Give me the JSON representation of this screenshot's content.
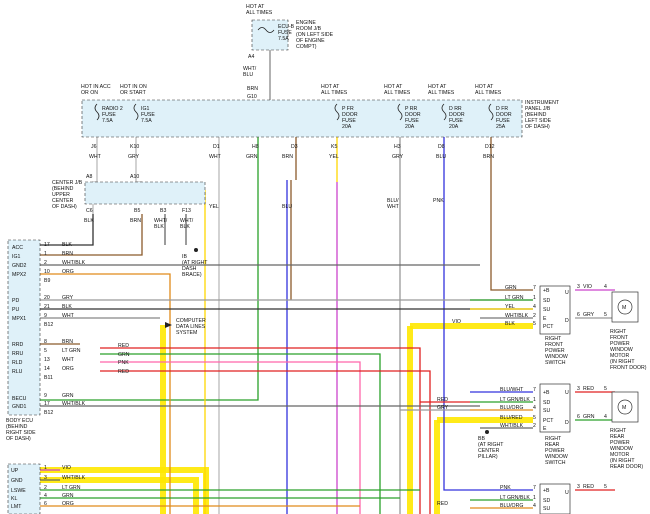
{
  "header": {
    "hot_all": "HOT AT\nALL TIMES",
    "engine_jb": "ENGINE\nROOM J/B\n(ON LEFT SIDE\nOF ENGINE\nCOMPT)",
    "ecu_fuse": "ECU-B\nFUSE\n7.5A",
    "a4": "A4",
    "wht_blu": "WHT/\nBLU",
    "brn": "BRN",
    "g10": "G10"
  },
  "ip_panel": {
    "label": "INSTRUMENT\nPANEL J/B\n(BEHIND\nLEFT SIDE\nOF DASH)",
    "fuses": [
      {
        "hot": "HOT IN ACC\nOR ON",
        "name": "RADIO 2\nFUSE\n7.5A",
        "pin": "J6",
        "wire": "WHT"
      },
      {
        "hot": "HOT IN ON\nOR START",
        "name": "IG1\nFUSE\n7.5A",
        "pin": "K10",
        "wire": "GRY"
      },
      {
        "hot": "HOT AT\nALL TIMES",
        "name": "P FR\nDOOR\nFUSE\n20A",
        "pin": "K5",
        "wire": "YEL"
      },
      {
        "hot": "HOT AT\nALL TIMES",
        "name": "P RR\nDOOR\nFUSE\n20A",
        "pin": "H3",
        "wire": "GRY"
      },
      {
        "hot": "HOT AT\nALL TIMES",
        "name": "D RR\nDOOR\nFUSE\n20A",
        "pin": "D8",
        "wire": "BLU"
      },
      {
        "hot": "HOT AT\nALL TIMES",
        "name": "D FR\nDOOR\nFUSE\n25A",
        "pin": "D12",
        "wire": "BRN"
      }
    ],
    "d1": "D1",
    "d1_wire": "WHT",
    "h8": "H8",
    "h8_wire": "GRN",
    "d3": "D3",
    "d3_wire": "BRN"
  },
  "center_jb": {
    "label": "CENTER J/B\n(BEHIND\nUPPER\nCENTER\nOF DASH)",
    "a8": "A8",
    "a10": "A10",
    "c6": "C6",
    "c6_wire": "BLK",
    "b5": "B5",
    "b5_wire": "BRN",
    "b3": "B3",
    "b3_wire": "WHT/\nBLK",
    "f13": "F13",
    "f13_wire": "WHT/\nBLK",
    "yel": "YEL",
    "ground": "IB\n(AT RIGHT\nDASH\nBRACE)"
  },
  "mid_wires": {
    "blu": "BLU",
    "blu_wht": "BLU/\nWHT",
    "pnk": "PNK"
  },
  "body_ecu": {
    "label": "BODY ECU\n(BEHIND\nRIGHT SIDE\nOF DASH)",
    "pins": [
      {
        "name": "ACC",
        "num": "17",
        "wire": "BLK"
      },
      {
        "name": "IG1",
        "num": "1",
        "wire": "BRN"
      },
      {
        "name": "GND2",
        "num": "2",
        "wire": "WHT/BLK"
      },
      {
        "name": "MPX2",
        "num": "10",
        "wire": "ORG"
      },
      {
        "name": "",
        "num": "B9",
        "wire": ""
      },
      {
        "name": "PD",
        "num": "20",
        "wire": "GRY"
      },
      {
        "name": "PU",
        "num": "21",
        "wire": "BLK"
      },
      {
        "name": "MPX1",
        "num": "9",
        "wire": "WHT"
      },
      {
        "name": "",
        "num": "B12",
        "wire": ""
      },
      {
        "name": "RRD",
        "num": "8",
        "wire": "BRN"
      },
      {
        "name": "RRU",
        "num": "5",
        "wire": "LT GRN"
      },
      {
        "name": "RLD",
        "num": "13",
        "wire": "WHT"
      },
      {
        "name": "RLU",
        "num": "14",
        "wire": "ORG"
      },
      {
        "name": "",
        "num": "B11",
        "wire": ""
      },
      {
        "name": "BECU",
        "num": "9",
        "wire": "GRN"
      },
      {
        "name": "GND1",
        "num": "17",
        "wire": "WHT/BLK"
      },
      {
        "name": "",
        "num": "B12",
        "wire": ""
      }
    ],
    "red_labels": [
      "RED",
      "GRN",
      "PNK",
      "RED"
    ],
    "computer_lines": "COMPUTER\nDATA LINES\nSYSTEM"
  },
  "rf_switch": {
    "label": "RIGHT\nFRONT\nPOWER\nWINDOW\nSWITCH",
    "pins": [
      {
        "name": "+B",
        "num": "7",
        "wire": "GRN"
      },
      {
        "name": "SD",
        "num": "1",
        "wire": "LT GRN"
      },
      {
        "name": "SU",
        "num": "4",
        "wire": "YEL"
      },
      {
        "name": "E",
        "num": "2",
        "wire": "WHT/BLK"
      },
      {
        "name": "PCT",
        "num": "5",
        "wire": "BLK"
      }
    ],
    "u": "U",
    "d": "D",
    "vio": "VIO",
    "out_u": {
      "a": "3",
      "wire": "VIO",
      "b": "4"
    },
    "out_d": {
      "a": "6",
      "wire": "GRY",
      "b": "5"
    },
    "motor": "RIGHT\nFRONT\nPOWER\nWINDOW\nMOTOR\n(IN RIGHT\nFRONT DOOR)",
    "m": "M"
  },
  "rr_switch": {
    "label": "RIGHT\nREAR\nPOWER\nWINDOW\nSWITCH",
    "pins": [
      {
        "name": "+B",
        "num": "7",
        "wire": "BLU/WHT"
      },
      {
        "name": "SD",
        "num": "1",
        "wire": "LT GRN/BLK"
      },
      {
        "name": "SU",
        "num": "4",
        "wire": "BLU/ORG"
      },
      {
        "name": "PCT",
        "num": "5",
        "wire": "BLU/RED"
      },
      {
        "name": "E",
        "num": "2",
        "wire": "WHT/BLK"
      }
    ],
    "red": "RED",
    "gry": "GRY",
    "u": "U",
    "d": "D",
    "out_u": {
      "a": "3",
      "wire": "RED",
      "b": "5"
    },
    "out_d": {
      "a": "6",
      "wire": "GRN",
      "b": "4"
    },
    "ground": "BB\n(AT RIGHT\nCENTER\nPILLAR)",
    "motor": "RIGHT\nREAR\nPOWER\nWINDOW\nMOTOR\n(IN RIGHT\nREAR DOOR)",
    "m": "M"
  },
  "bottom_switch": {
    "pins": [
      {
        "name": "+B",
        "num": "7",
        "wire": "PNK"
      },
      {
        "name": "SD",
        "num": "1",
        "wire": "LT GRN/BLK"
      },
      {
        "name": "SU",
        "num": "4",
        "wire": "BLU/ORG"
      }
    ],
    "u": "U",
    "out_u": {
      "a": "3",
      "wire": "RED",
      "b": "5"
    },
    "red": "RED"
  },
  "master_switch": {
    "pins": [
      {
        "name": "UP",
        "num": "1",
        "wire": "VIO"
      },
      {
        "name": "GND",
        "num": "3",
        "wire": "WHT/BLK"
      },
      {
        "name": "LSWE",
        "num": "2",
        "wire": "LT GRN"
      },
      {
        "name": "KL",
        "num": "4",
        "wire": "GRN"
      },
      {
        "name": "LMT",
        "num": "6",
        "wire": "ORG"
      }
    ]
  },
  "colors": {
    "box_fill": "#dff1f9",
    "highlight": "#ffe800"
  }
}
